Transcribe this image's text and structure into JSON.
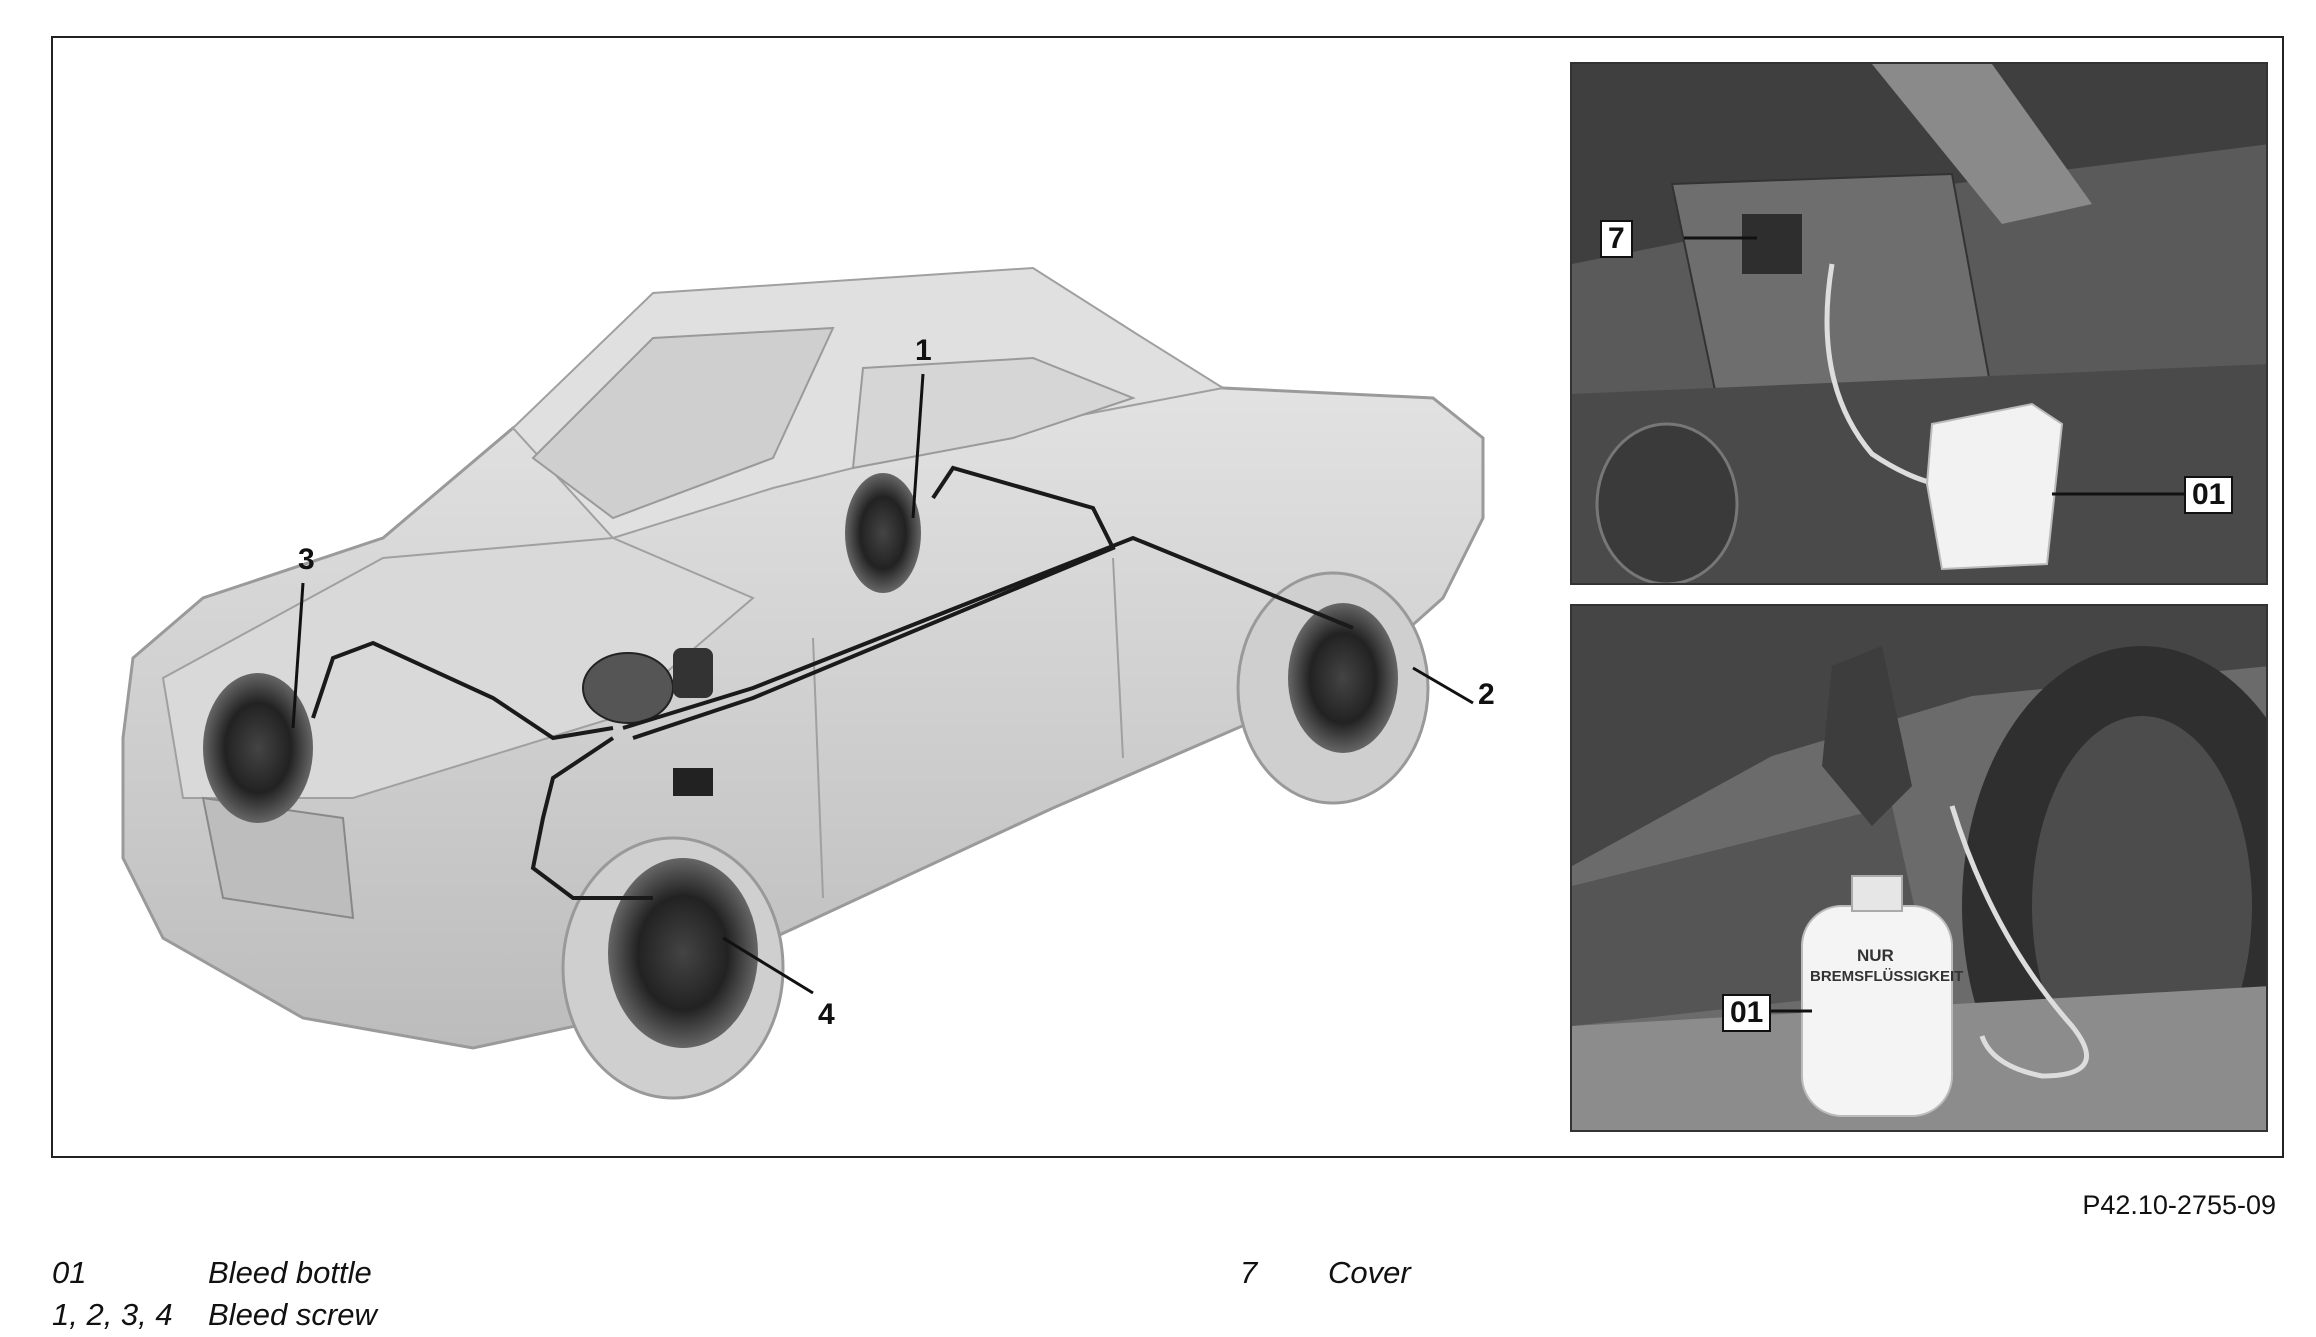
{
  "callouts": {
    "c1": "1",
    "c2": "2",
    "c3": "3",
    "c4": "4"
  },
  "photo_top": {
    "tag_cover": "7",
    "tag_bottle": "01"
  },
  "photo_bottom": {
    "tag_bottle": "01",
    "bottle_print_1": "NUR",
    "bottle_print_2": "BREMSFLÜSSIGKEIT"
  },
  "figure_code": "P42.10-2755-09",
  "legend": [
    {
      "key": "01",
      "text": "Bleed bottle"
    },
    {
      "key": "1, 2, 3, 4",
      "text": "Bleed screw"
    },
    {
      "key": "7",
      "text": "Cover"
    }
  ],
  "colors": {
    "frame": "#222222",
    "car_body": "#d2d2d2",
    "car_shadow": "#a9a9a9",
    "brake_line": "#1a1a1a",
    "photo_dark": "#4a4a4a"
  }
}
